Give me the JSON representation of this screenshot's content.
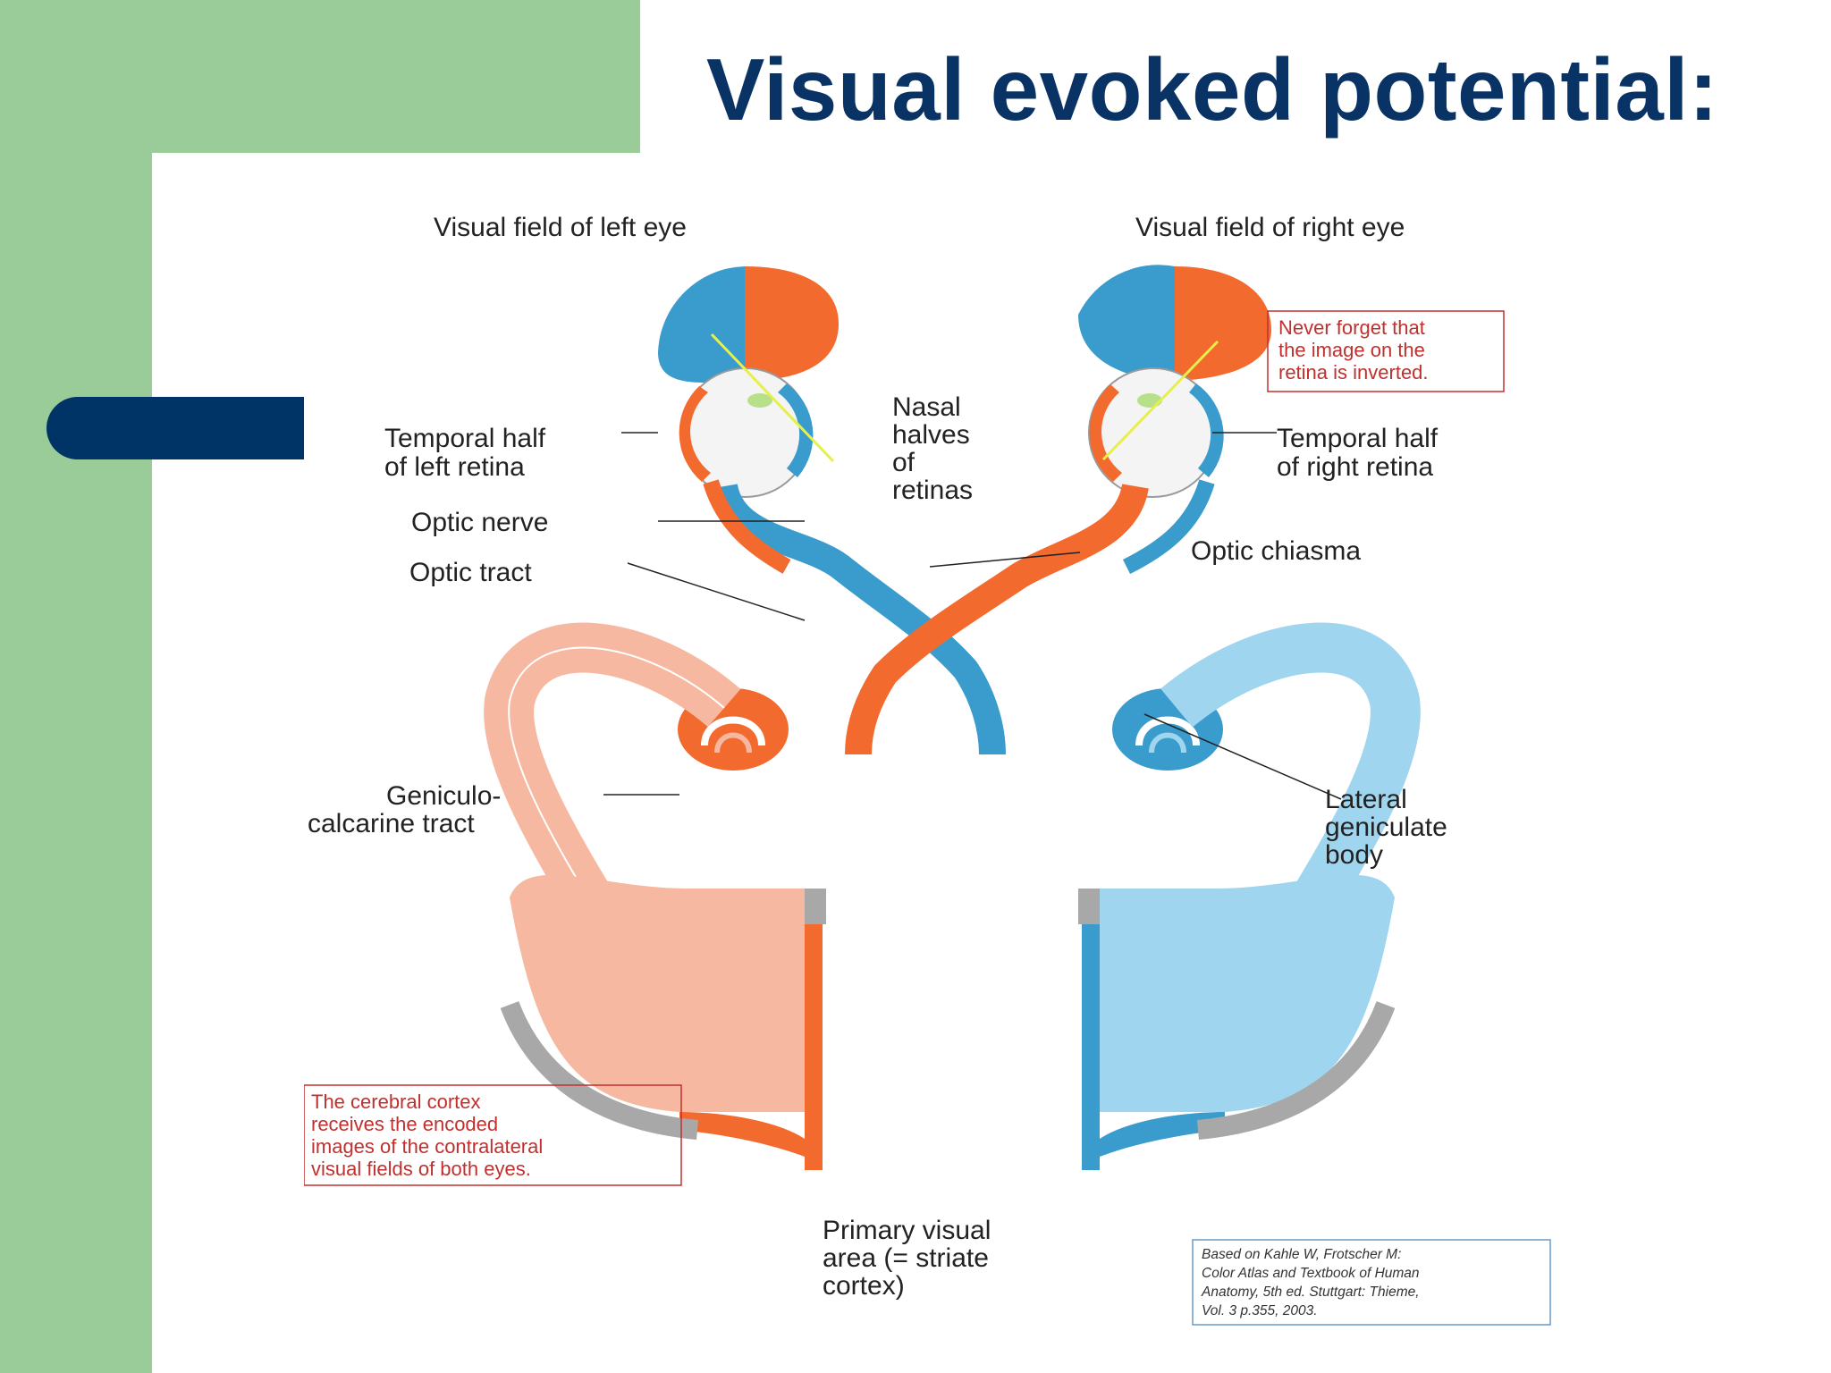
{
  "slide": {
    "title": "Visual evoked potential:",
    "colors": {
      "green": "#99cc99",
      "navy": "#003366",
      "title": "#0a3365",
      "orange": "#f26a2e",
      "light_orange": "#f6b8a0",
      "blue": "#3a9ccc",
      "light_blue": "#9fd5ee",
      "note_red": "#c0302e"
    }
  },
  "diagram": {
    "labels": {
      "visual_field_left": "Visual field of left eye",
      "visual_field_right": "Visual field of right eye",
      "temporal_half_left": [
        "Temporal half",
        "of left retina"
      ],
      "temporal_half_right": [
        "Temporal half",
        "of right retina"
      ],
      "nasal_halves": [
        "Nasal",
        "halves",
        "of",
        "retinas"
      ],
      "optic_nerve": "Optic nerve",
      "optic_tract": "Optic tract",
      "optic_chiasma": "Optic chiasma",
      "geniculocalcarine": [
        "Geniculo-",
        "calcarine tract"
      ],
      "lateral_geniculate": [
        "Lateral",
        "geniculate",
        "body"
      ],
      "primary_visual": [
        "Primary visual",
        "area (= striate",
        "cortex)"
      ]
    },
    "notes": {
      "inverted": [
        "Never forget that",
        "the image on the",
        "retina is inverted."
      ],
      "cortex": [
        "The cerebral cortex",
        "receives the encoded",
        "images of the contralateral",
        "visual fields of both eyes."
      ]
    },
    "citation": [
      "Based on Kahle W, Frotscher M:",
      "Color Atlas and Textbook of Human",
      "Anatomy, 5th ed. Stuttgart: Thieme,",
      "Vol. 3 p.355, 2003."
    ]
  }
}
